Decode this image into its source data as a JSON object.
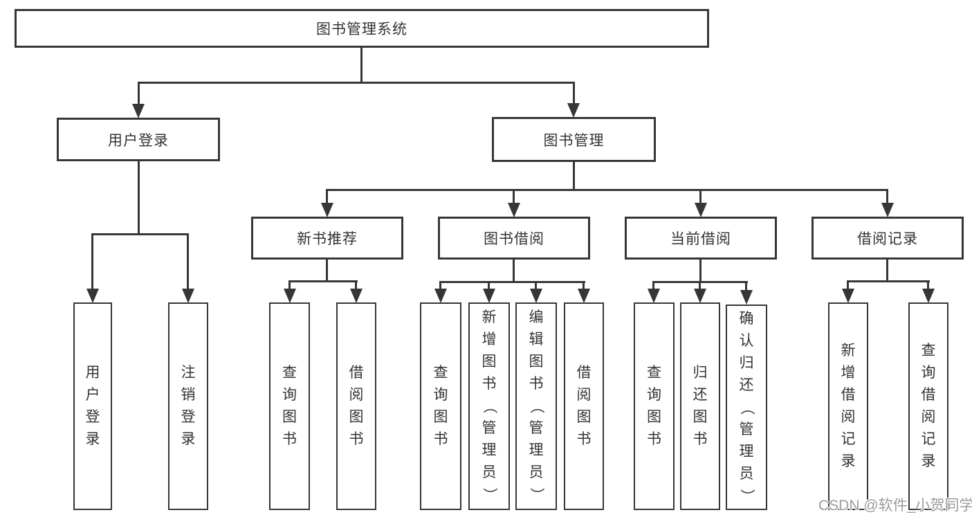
{
  "diagram": {
    "root": "图书管理系统",
    "level2": {
      "user_login": "用户登录",
      "book_mgmt": "图书管理"
    },
    "level3": {
      "new_book_rec": "新书推荐",
      "book_borrow": "图书借阅",
      "current_borrow": "当前借阅",
      "borrow_record": "借阅记录"
    },
    "leaves": {
      "user_login": "用户登录",
      "logout": "注销登录",
      "query_books_a": "查询图书",
      "borrow_books_a": "借阅图书",
      "query_books_b": "查询图书",
      "add_books": "新增图书（管理员）",
      "edit_books": "编辑图书（管理员）",
      "borrow_books_b": "借阅图书",
      "query_books_c": "查询图书",
      "return_books": "归还图书",
      "confirm_return": "确认归还（管理员）",
      "add_borrow_record": "新增借阅记录",
      "query_borrow_record": "查询借阅记录"
    }
  },
  "watermark": "CSDN @软件_小贺同学",
  "colors": {
    "line": "#363636",
    "text": "#333333",
    "watermark": "#9b9b9b",
    "background": "#ffffff"
  }
}
